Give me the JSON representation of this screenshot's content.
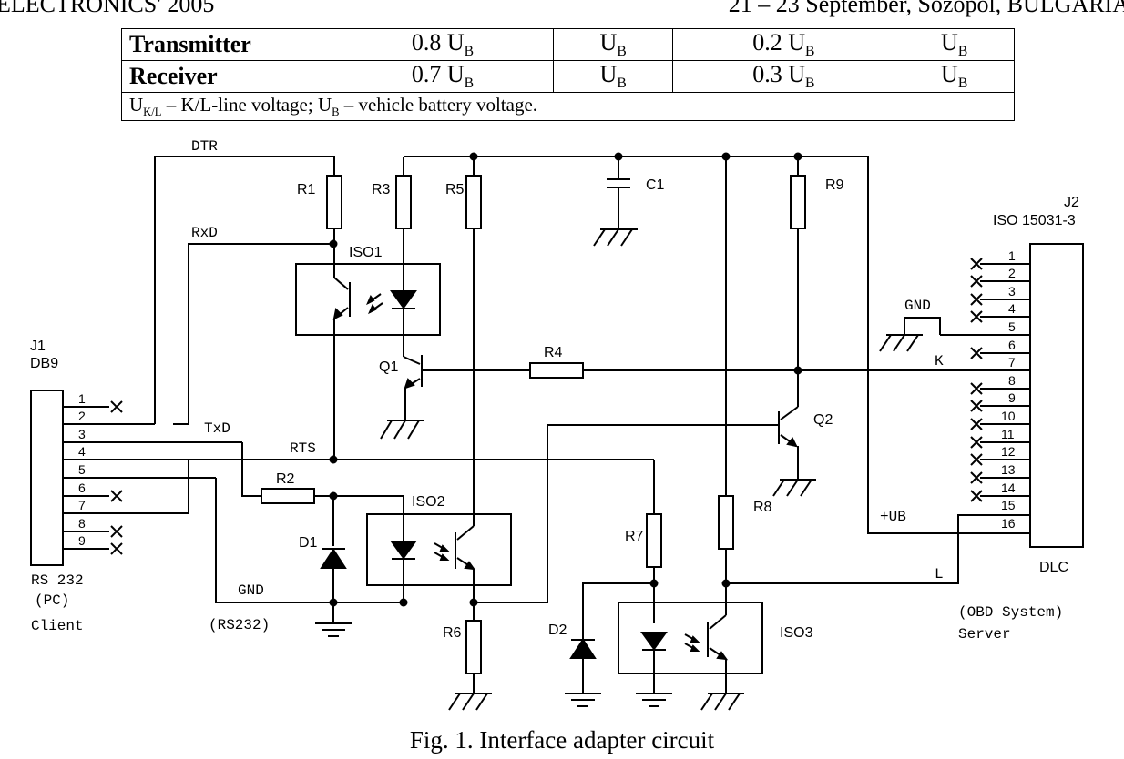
{
  "header": {
    "left": "ELECTRONICS' 2005",
    "right": "21 – 23 September, Sozopol, BULGARIA"
  },
  "table": {
    "rows": [
      {
        "label": "Transmitter",
        "v1": "0.8",
        "v2": "",
        "v3": "0.2",
        "v4": ""
      },
      {
        "label": "Receiver",
        "v1": "0.7",
        "v2": "",
        "v3": "0.3",
        "v4": ""
      }
    ],
    "unit_base": "U",
    "unit_sub": "B",
    "note": {
      "ukl": "U",
      "ukl_sub": "K/L",
      "ukl_desc": " – K/L-line voltage; ",
      "ub": "U",
      "ub_sub": "B",
      "ub_desc": " – vehicle battery voltage."
    }
  },
  "diagram": {
    "signals": {
      "dtr": "DTR",
      "rxd": "RxD",
      "txd": "TxD",
      "rts": "RTS",
      "gnd_rs232": "GND",
      "gnd_obd": "GND",
      "k": "K",
      "l": "L",
      "ub": "+UB"
    },
    "resistors": {
      "r1": "R1",
      "r2": "R2",
      "r3": "R3",
      "r4": "R4",
      "r5": "R5",
      "r6": "R6",
      "r7": "R7",
      "r8": "R8",
      "r9": "R9"
    },
    "capacitor": "C1",
    "diodes": {
      "d1": "D1",
      "d2": "D2"
    },
    "transistors": {
      "q1": "Q1",
      "q2": "Q2"
    },
    "isolators": {
      "iso1": "ISO1",
      "iso2": "ISO2",
      "iso3": "ISO3"
    },
    "j1": {
      "ref": "J1",
      "type": "DB9",
      "pins": [
        "1",
        "2",
        "3",
        "4",
        "5",
        "6",
        "7",
        "8",
        "9"
      ],
      "label1": "RS 232",
      "label2": "(PC)",
      "label3": "Client",
      "gnd_note": "(RS232)"
    },
    "j2": {
      "ref": "J2",
      "type": "ISO 15031-3",
      "pins": [
        "1",
        "2",
        "3",
        "4",
        "5",
        "6",
        "7",
        "8",
        "9",
        "10",
        "11",
        "12",
        "13",
        "14",
        "15",
        "16"
      ],
      "box_label": "DLC",
      "label1": "(OBD System)",
      "label2": "Server"
    }
  },
  "caption": "Fig. 1. Interface adapter circuit"
}
